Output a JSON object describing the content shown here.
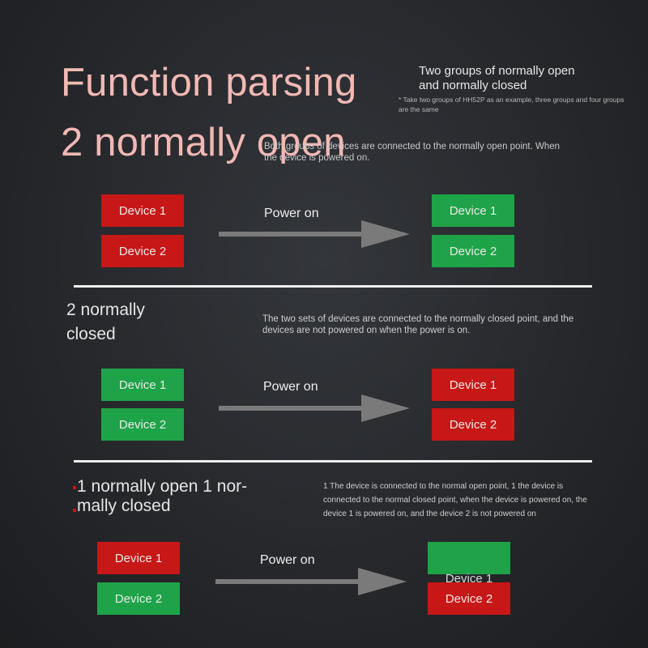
{
  "header": {
    "title_line1": "Function parsing",
    "title_line2": "2 normally open",
    "note_main": "Two groups of normally open and normally closed",
    "note_small": "* Take two groups of HH52P as an example, three groups and four groups are the same",
    "section1_desc": "Both groups of devices are connected to the normally open point. When the device is powered on."
  },
  "section1": {
    "left": [
      {
        "label": "Device 1",
        "color": "red"
      },
      {
        "label": "Device 2",
        "color": "red"
      }
    ],
    "right": [
      {
        "label": "Device 1",
        "color": "green"
      },
      {
        "label": "Device 2",
        "color": "green"
      }
    ],
    "arrow_label": "Power on"
  },
  "section2": {
    "title_line1": "2 normally",
    "title_line2": "closed",
    "desc": "The two sets of devices are connected to the normally closed point, and the devices are not powered on when the power is on.",
    "left": [
      {
        "label": "Device 1",
        "color": "green"
      },
      {
        "label": "Device 2",
        "color": "green"
      }
    ],
    "right": [
      {
        "label": "Device 1",
        "color": "red"
      },
      {
        "label": "Device 2",
        "color": "red"
      }
    ],
    "arrow_label": "Power on"
  },
  "section3": {
    "title_line1": "1 normally open 1 nor-",
    "title_line2": "mally closed",
    "desc": "1 The device is connected to the normal open point, 1 the device is connected to the normal closed point, when the device is powered on, the device 1 is powered on, and the device 2 is not powered on",
    "left": [
      {
        "label": "Device 1",
        "color": "red"
      },
      {
        "label": "Device 2",
        "color": "green"
      }
    ],
    "right": [
      {
        "label": "Device 1",
        "color": "green"
      },
      {
        "label": "Device 2",
        "color": "red"
      }
    ],
    "arrow_label": "Power on"
  },
  "colors": {
    "title": "#f2b8b3",
    "red": "#c71717",
    "green": "#1fa348",
    "arrow": "#7a7a7a",
    "divider": "#eeeeee"
  }
}
